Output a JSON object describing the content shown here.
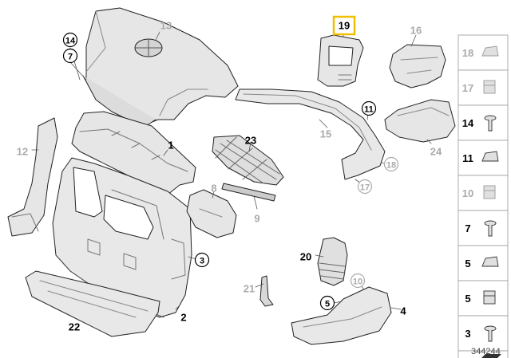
{
  "diagram_number": "344244",
  "highlighted_part": "19",
  "highlight_color": "#f0c000",
  "active_label_color": "#000000",
  "inactive_label_color": "#aaaaaa",
  "parts": [
    {
      "num": "1",
      "active": true
    },
    {
      "num": "2",
      "active": true
    },
    {
      "num": "3",
      "active": true,
      "circled": true
    },
    {
      "num": "4",
      "active": true
    },
    {
      "num": "5",
      "active": true,
      "circled": true
    },
    {
      "num": "7",
      "active": true,
      "circled": true
    },
    {
      "num": "8",
      "active": false
    },
    {
      "num": "9",
      "active": false
    },
    {
      "num": "10",
      "active": false,
      "circled": true
    },
    {
      "num": "11",
      "active": true,
      "circled": true
    },
    {
      "num": "12",
      "active": false
    },
    {
      "num": "13",
      "active": false
    },
    {
      "num": "14",
      "active": true,
      "circled": true
    },
    {
      "num": "15",
      "active": false
    },
    {
      "num": "16",
      "active": false
    },
    {
      "num": "17",
      "active": false,
      "circled": true
    },
    {
      "num": "18",
      "active": false,
      "circled": true
    },
    {
      "num": "19",
      "active": true,
      "boxed": true
    },
    {
      "num": "20",
      "active": true
    },
    {
      "num": "21",
      "active": false
    },
    {
      "num": "22",
      "active": true
    },
    {
      "num": "23",
      "active": true
    },
    {
      "num": "24",
      "active": false
    }
  ],
  "legend": [
    {
      "num": "18",
      "active": false
    },
    {
      "num": "17",
      "active": false
    },
    {
      "num": "14",
      "active": true
    },
    {
      "num": "11",
      "active": true
    },
    {
      "num": "10",
      "active": false
    },
    {
      "num": "7",
      "active": true
    },
    {
      "num": "5",
      "active": true
    },
    {
      "num": "5",
      "active": true
    },
    {
      "num": "3",
      "active": true
    }
  ]
}
